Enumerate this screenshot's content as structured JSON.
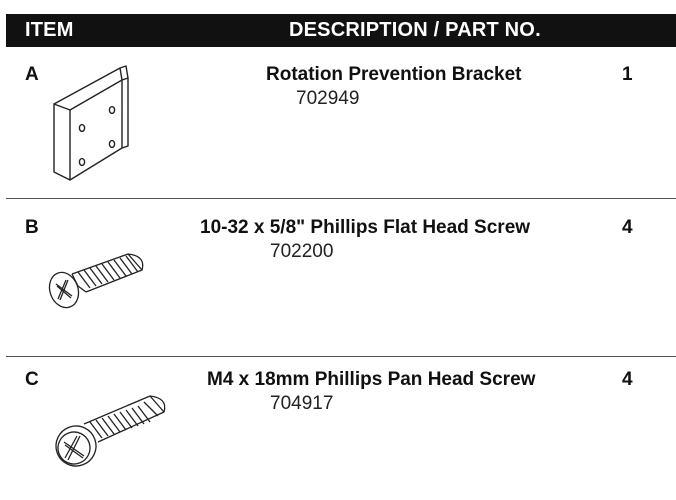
{
  "header": {
    "item_label": "ITEM",
    "description_label": "DESCRIPTION / PART NO."
  },
  "items": [
    {
      "letter": "A",
      "description": "Rotation Prevention Bracket",
      "quantity": "1",
      "part_no": "702949",
      "illustration": "bracket-icon"
    },
    {
      "letter": "B",
      "description": "10-32 x 5/8\" Phillips Flat Head Screw",
      "quantity": "4",
      "part_no": "702200",
      "illustration": "flat-head-screw-icon"
    },
    {
      "letter": "C",
      "description": "M4 x 18mm Phillips Pan Head Screw",
      "quantity": "4",
      "part_no": "704917",
      "illustration": "pan-head-screw-icon"
    }
  ]
}
